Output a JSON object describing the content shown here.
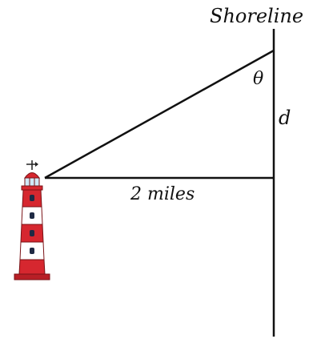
{
  "labels": {
    "shoreline": "Shoreline",
    "angle": "θ",
    "distance_along_shore": "d",
    "distance_to_shore": "2 miles"
  },
  "icons": {
    "observer": "lighthouse-icon"
  },
  "colors": {
    "lines": "#111111",
    "lighthouse_red": "#d6272f",
    "lighthouse_white": "#ffffff",
    "lighthouse_blue": "#cfe9f7"
  }
}
